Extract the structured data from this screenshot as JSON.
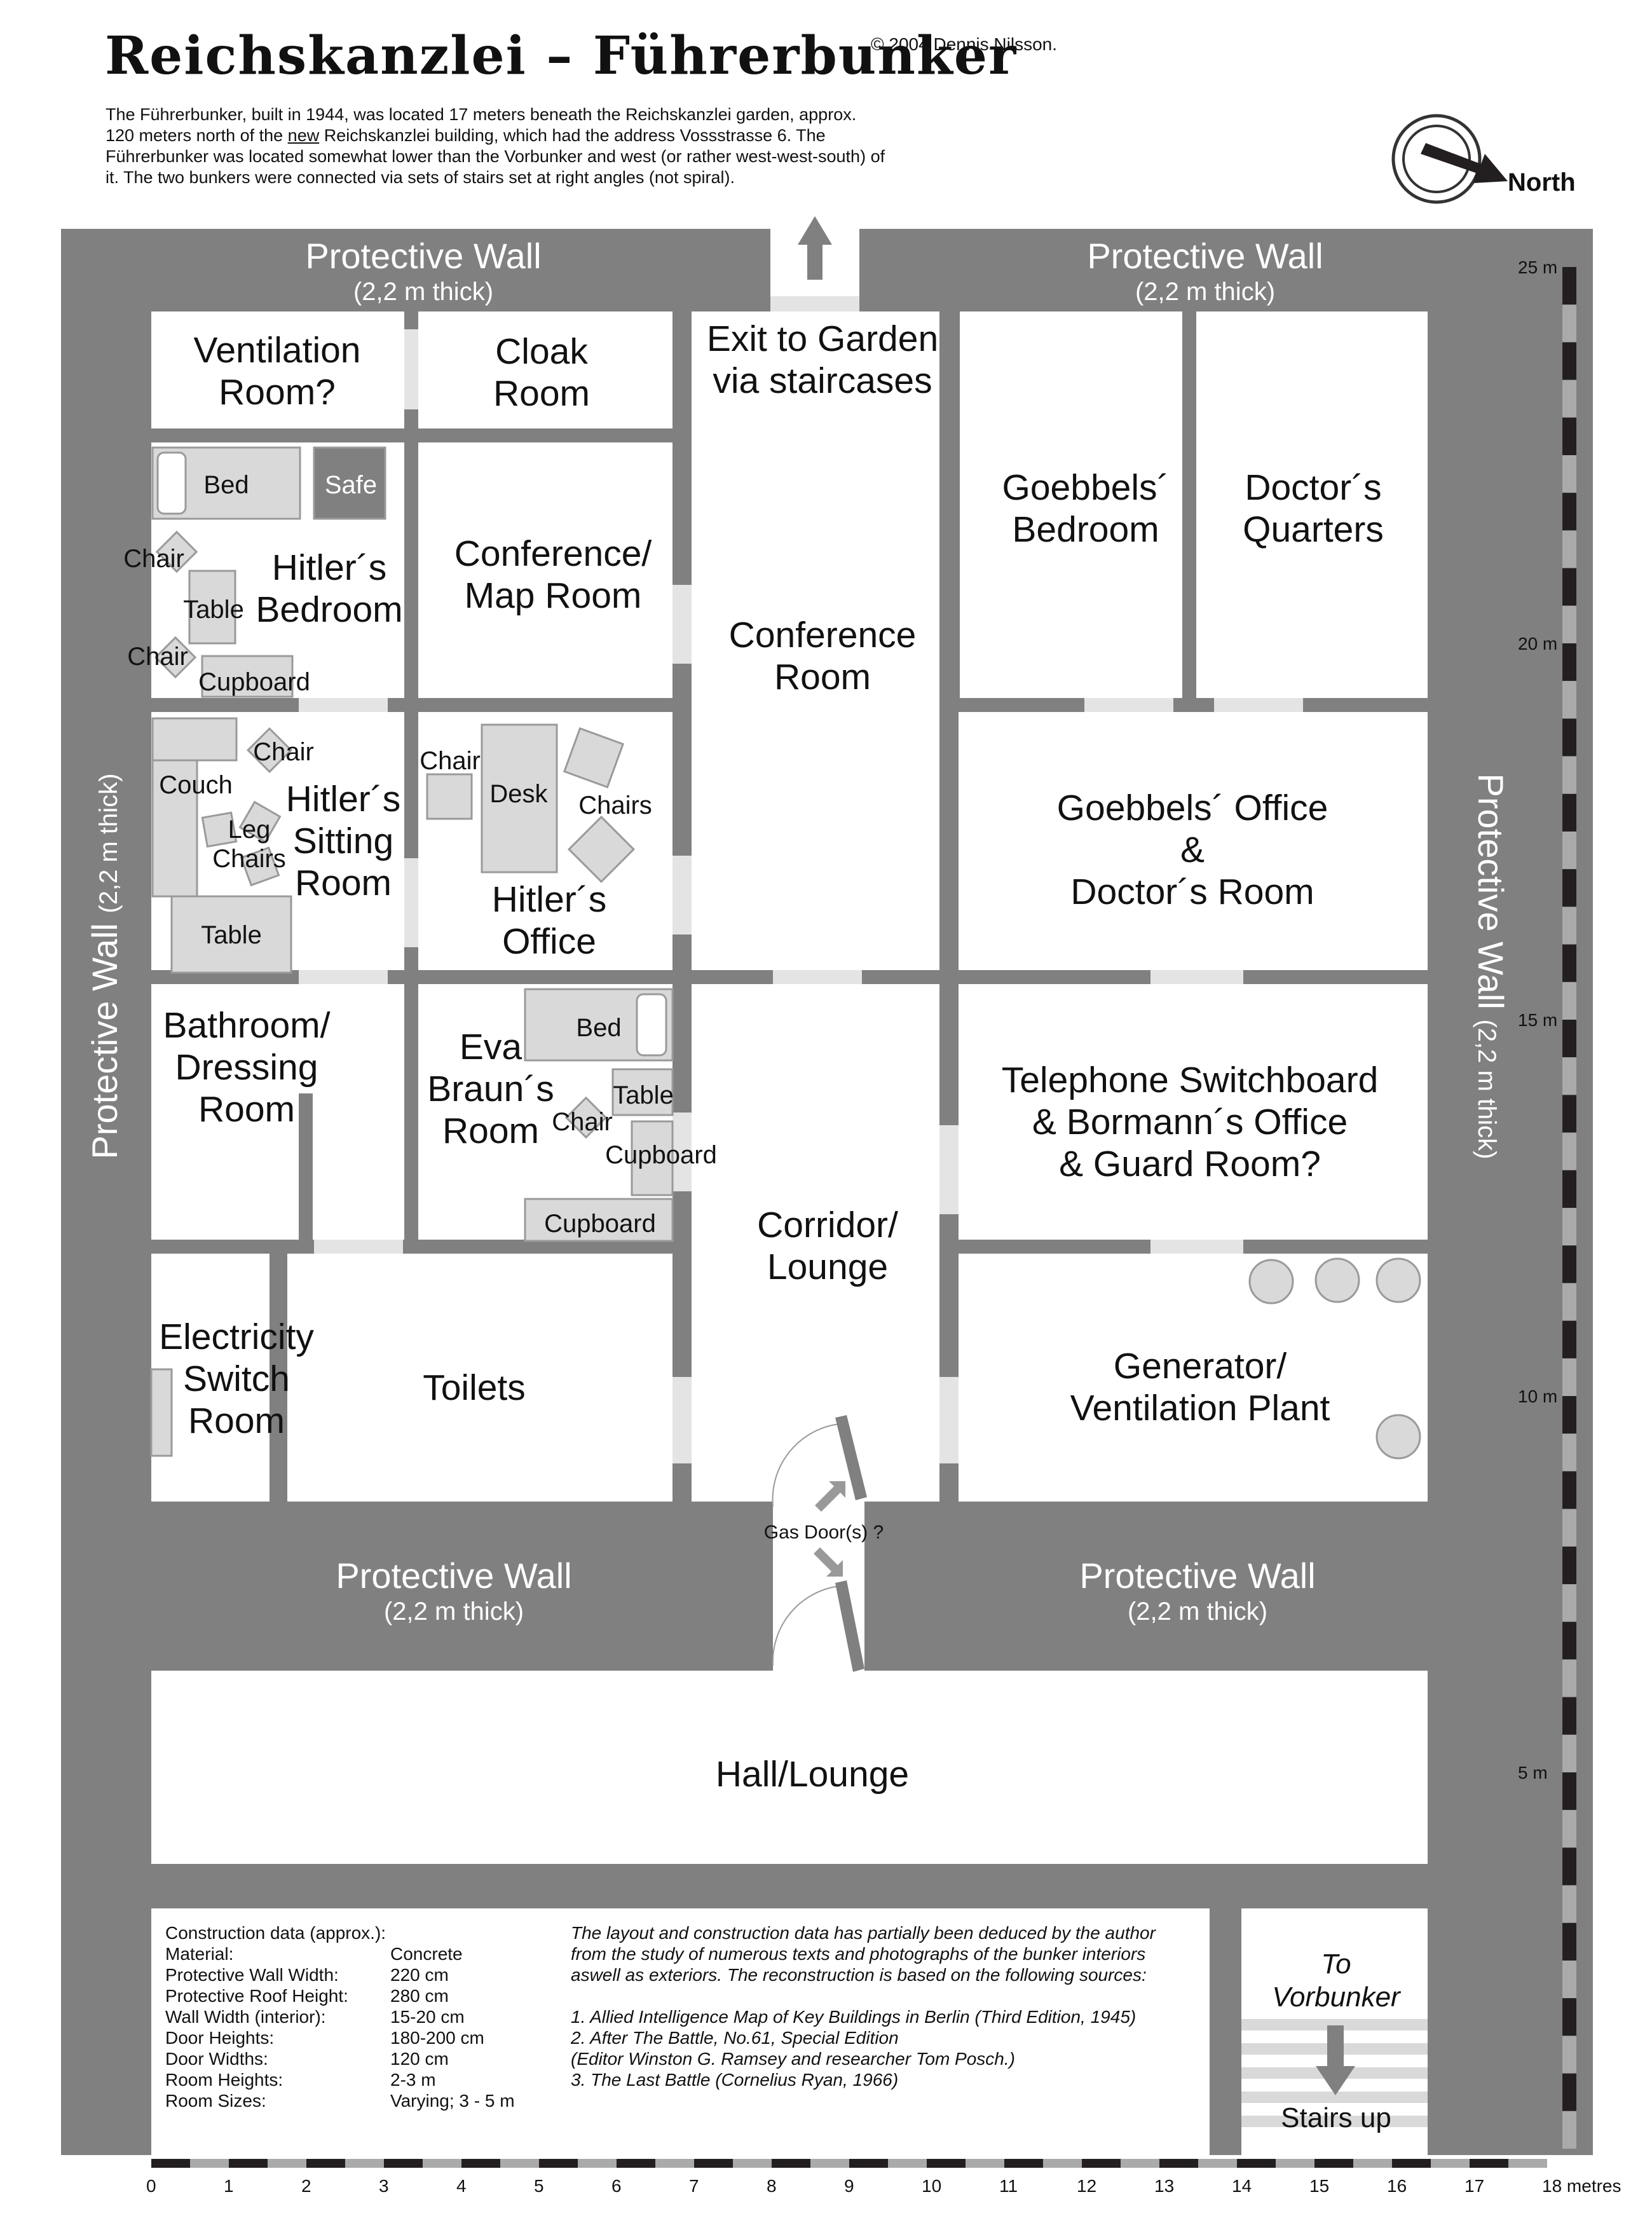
{
  "header": {
    "title": "Reichskanzlei – Führerbunker",
    "copyright": "© 2004 Dennis Nilsson.",
    "intro_a": "The Führerbunker, built in 1944, was located 17 meters beneath the Reichskanzlei garden, approx. 120 meters north of the ",
    "intro_new": "new",
    "intro_b": " Reichskanzlei building, which had the address Vossstrasse 6. The Führerbunker was located somewhat lower than the Vorbunker and west (or rather west-west-south) of it. The two bunkers were connected via sets of stairs set at right angles (not spiral)."
  },
  "compass": {
    "label": "North"
  },
  "walls": {
    "top_left": {
      "label": "Protective Wall",
      "sub": "(2,2 m thick)"
    },
    "top_right": {
      "label": "Protective Wall",
      "sub": "(2,2 m thick)"
    },
    "left": {
      "label": "Protective Wall",
      "sub": "(2,2 m thick)"
    },
    "right": {
      "label": "Protective Wall",
      "sub": "(2,2 m thick)"
    },
    "bottom_left": {
      "label": "Protective Wall",
      "sub": "(2,2 m thick)"
    },
    "bottom_right": {
      "label": "Protective Wall",
      "sub": "(2,2 m thick)"
    }
  },
  "rooms": {
    "ventilation": [
      "Ventilation",
      "Room?"
    ],
    "cloak": [
      "Cloak",
      "Room"
    ],
    "exit_garden": [
      "Exit to Garden",
      "via staircases"
    ],
    "goebbels_bedroom": [
      "Goebbels´",
      "Bedroom"
    ],
    "doctors_quarters": [
      "Doctor´s",
      "Quarters"
    ],
    "hitler_bedroom": [
      "Hitler´s",
      "Bedroom"
    ],
    "conference_map": [
      "Conference/",
      "Map Room"
    ],
    "conference": [
      "Conference",
      "Room"
    ],
    "hitler_sitting": [
      "Hitler´s",
      "Sitting",
      "Room"
    ],
    "hitler_office": [
      "Hitler´s",
      "Office"
    ],
    "goebbels_office": [
      "Goebbels´ Office",
      "&",
      "Doctor´s Room"
    ],
    "bathroom": [
      "Bathroom/",
      "Dressing",
      "Room"
    ],
    "eva_braun": [
      "Eva",
      "Braun´s",
      "Room"
    ],
    "corridor": [
      "Corridor/",
      "Lounge"
    ],
    "telephone": [
      "Telephone Switchboard",
      "& Bormann´s Office",
      "& Guard Room?"
    ],
    "electricity": [
      "Electricity",
      "Switch",
      "Room"
    ],
    "toilets": [
      "Toilets"
    ],
    "generator": [
      "Generator/",
      "Ventilation Plant"
    ],
    "hall": [
      "Hall/Lounge"
    ],
    "gas_door": "Gas Door(s) ?",
    "vorbunker": [
      "To",
      "Vorbunker"
    ],
    "stairs": "Stairs up"
  },
  "furniture": {
    "bed": "Bed",
    "safe": "Safe",
    "chair": "Chair",
    "table": "Table",
    "cupboard": "Cupboard",
    "couch": "Couch",
    "leg_chairs": [
      "Leg",
      "Chairs"
    ],
    "desk": "Desk",
    "chairs": "Chairs"
  },
  "construction": {
    "heading": "Construction data (approx.):",
    "rows": [
      [
        "Material:",
        "Concrete"
      ],
      [
        "Protective Wall Width:",
        "220 cm"
      ],
      [
        "Protective Roof Height:",
        "280 cm"
      ],
      [
        "Wall Width (interior):",
        "15-20 cm"
      ],
      [
        "Door Heights:",
        "180-200 cm"
      ],
      [
        "Door Widths:",
        "120 cm"
      ],
      [
        "Room Heights:",
        "2-3 m"
      ],
      [
        "Room Sizes:",
        "Varying; 3 - 5 m"
      ]
    ]
  },
  "sources": [
    "The layout and construction data has partially been deduced by the author",
    "from the study of numerous texts and photographs of the bunker interiors",
    "aswell as exteriors. The reconstruction is based on the following sources:",
    "",
    "1. Allied Intelligence Map of Key Buildings in Berlin (Third Edition, 1945)",
    "2. After The Battle, No.61, Special Edition",
    "(Editor Winston G. Ramsey and researcher Tom Posch.)",
    "3. The Last Battle (Cornelius Ryan, 1966)"
  ],
  "scale_x": [
    "0",
    "1",
    "2",
    "3",
    "4",
    "5",
    "6",
    "7",
    "8",
    "9",
    "10",
    "11",
    "12",
    "13",
    "14",
    "15",
    "16",
    "17",
    "18 metres"
  ],
  "scale_y": [
    "25 m",
    "20 m",
    "15 m",
    "10 m",
    "5 m"
  ],
  "colors": {
    "wall": "#808080",
    "furniture": "#d9d9d9",
    "door": "#e4e4e4"
  }
}
